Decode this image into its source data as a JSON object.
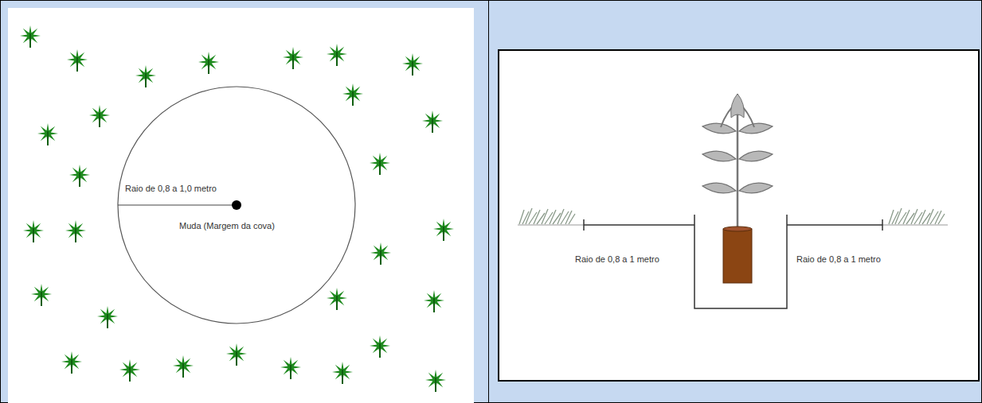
{
  "diagram": {
    "nodes": [
      {
        "text": [
          "Raio de 0,8 a 1,0 metro",
          "Muda (Margem da cova)"
        ]
      }
    ],
    "labels": [
      "Raio de 0,8 a 1 metro",
      "Raio de 0,8 a 1 metro"
    ]
  }
}
